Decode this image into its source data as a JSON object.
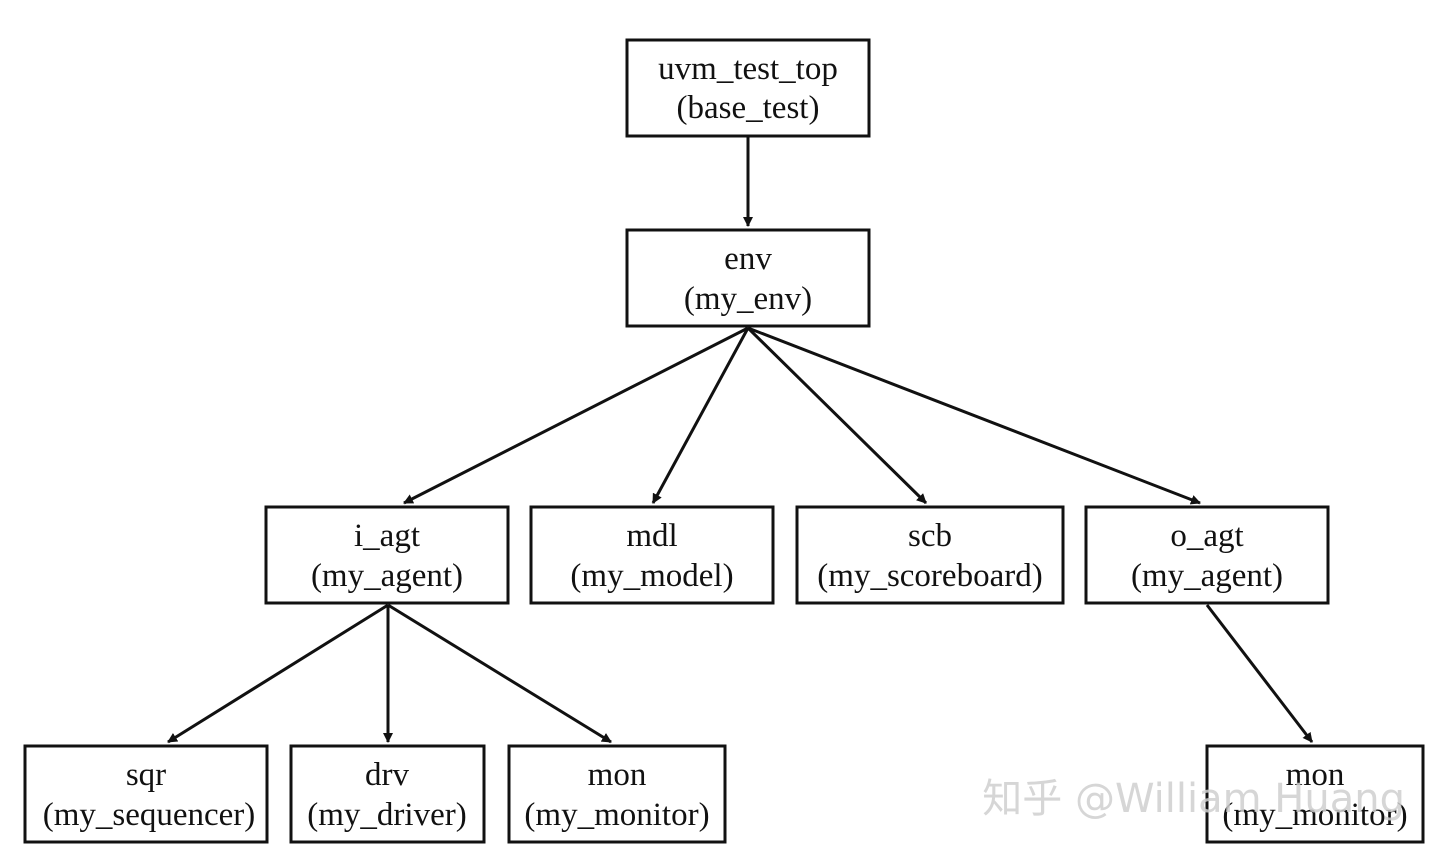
{
  "nodes": [
    {
      "id": "uvm_test_top",
      "name": "uvm_test_top",
      "type": "(base_test)"
    },
    {
      "id": "env",
      "name": "env",
      "type": "(my_env)"
    },
    {
      "id": "i_agt",
      "name": "i_agt",
      "type": "(my_agent)"
    },
    {
      "id": "mdl",
      "name": "mdl",
      "type": "(my_model)"
    },
    {
      "id": "scb",
      "name": "scb",
      "type": "(my_scoreboard)"
    },
    {
      "id": "o_agt",
      "name": "o_agt",
      "type": "(my_agent)"
    },
    {
      "id": "sqr",
      "name": "sqr",
      "type": "(my_sequencer)"
    },
    {
      "id": "drv",
      "name": "drv",
      "type": "(my_driver)"
    },
    {
      "id": "i_mon",
      "name": "mon",
      "type": "(my_monitor)"
    },
    {
      "id": "o_mon",
      "name": "mon",
      "type": "(my_monitor)"
    }
  ],
  "edges": [
    {
      "from": "uvm_test_top",
      "to": "env"
    },
    {
      "from": "env",
      "to": "i_agt"
    },
    {
      "from": "env",
      "to": "mdl"
    },
    {
      "from": "env",
      "to": "scb"
    },
    {
      "from": "env",
      "to": "o_agt"
    },
    {
      "from": "i_agt",
      "to": "sqr"
    },
    {
      "from": "i_agt",
      "to": "drv"
    },
    {
      "from": "i_agt",
      "to": "i_mon"
    },
    {
      "from": "o_agt",
      "to": "o_mon"
    }
  ],
  "watermark": "知乎 @William Huang"
}
